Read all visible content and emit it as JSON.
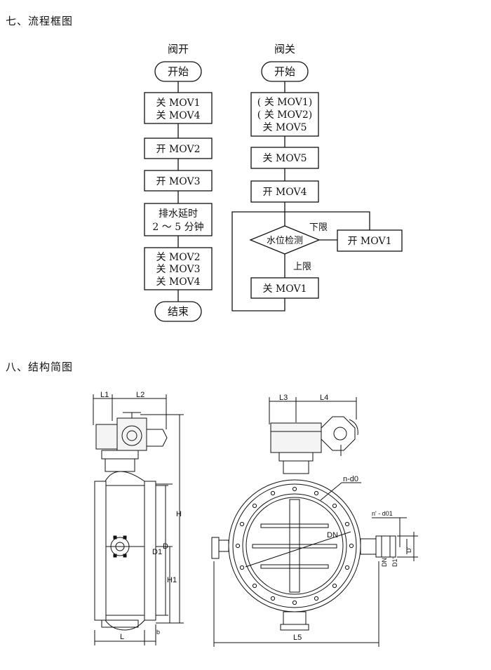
{
  "section7_title": "七、流程框图",
  "section8_title": "八、结构简图",
  "open_flow": {
    "title": "阀开",
    "start": "开始",
    "step1_l1": "关 MOV1",
    "step1_l2": "关 MOV4",
    "step2": "开 MOV2",
    "step3": "开 MOV3",
    "step4_l1": "排水延时",
    "step4_l2": "2 ～ 5 分钟",
    "step5_l1": "关 MOV2",
    "step5_l2": "关 MOV3",
    "step5_l3": "关 MOV4",
    "end": "结束"
  },
  "close_flow": {
    "title": "阀关",
    "start": "开始",
    "step1_l1": "( 关 MOV1)",
    "step1_l2": "( 关 MOV2)",
    "step1_l3": "关 MOV5",
    "step2": "关 MOV5",
    "step3": "开 MOV4",
    "decision": "水位检测",
    "lower_limit": "下限",
    "lower_action": "开 MOV1",
    "upper_limit": "上限",
    "upper_action": "关 MOV1"
  },
  "side_view": {
    "L1": "L1",
    "L2": "L2",
    "H": "H",
    "D1": "D1",
    "D": "D",
    "H1": "H1",
    "L": "L",
    "b": "b"
  },
  "front_view": {
    "L3": "L3",
    "L4": "L4",
    "n_d0": "n-d0",
    "DN": "DN",
    "L5": "L5",
    "n1_d01": "n' - d01",
    "DN1": "DN'",
    "D11": "D1'",
    "D1p": "D'"
  }
}
